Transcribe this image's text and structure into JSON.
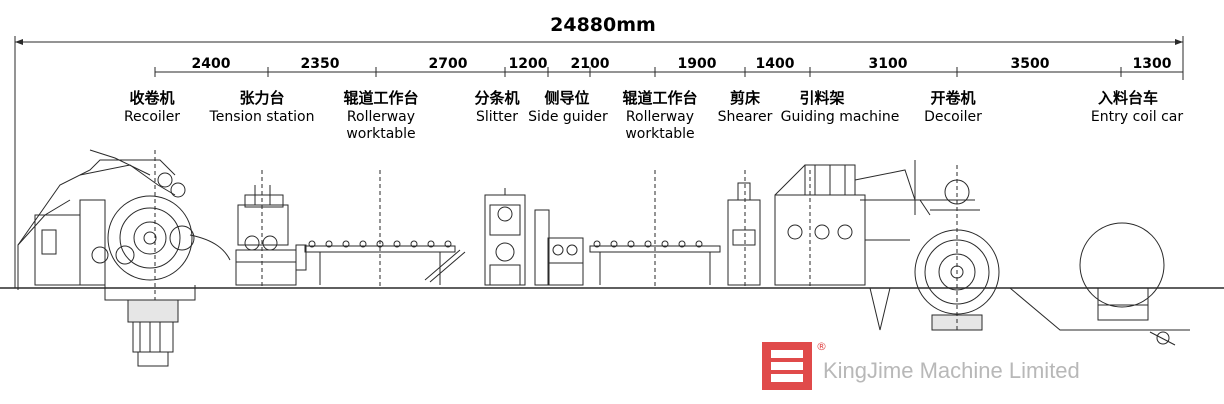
{
  "total_length": "24880mm",
  "segments": [
    "2400",
    "2350",
    "2700",
    "1200",
    "2100",
    "1900",
    "1400",
    "3100",
    "3500",
    "1300"
  ],
  "stations": [
    {
      "cn": "收卷机",
      "en": [
        "Recoiler"
      ]
    },
    {
      "cn": "张力台",
      "en": [
        "Tension station"
      ]
    },
    {
      "cn": "辊道工作台",
      "en": [
        "Rollerway",
        "worktable"
      ]
    },
    {
      "cn": "分条机",
      "en": [
        "Slitter"
      ]
    },
    {
      "cn": "侧导位",
      "en": [
        "Side guider"
      ]
    },
    {
      "cn": "辊道工作台",
      "en": [
        "Rollerway",
        "worktable"
      ]
    },
    {
      "cn": "剪床",
      "en": [
        "Shearer"
      ]
    },
    {
      "cn": "引料架",
      "en": [
        "Guiding machine"
      ]
    },
    {
      "cn": "开卷机",
      "en": [
        "Decoiler"
      ]
    },
    {
      "cn": "入料台车",
      "en": [
        "Entry coil car"
      ]
    }
  ],
  "watermark": {
    "company": "KingJime Machine Limited",
    "mark": "®",
    "color": "#e04a4a"
  }
}
